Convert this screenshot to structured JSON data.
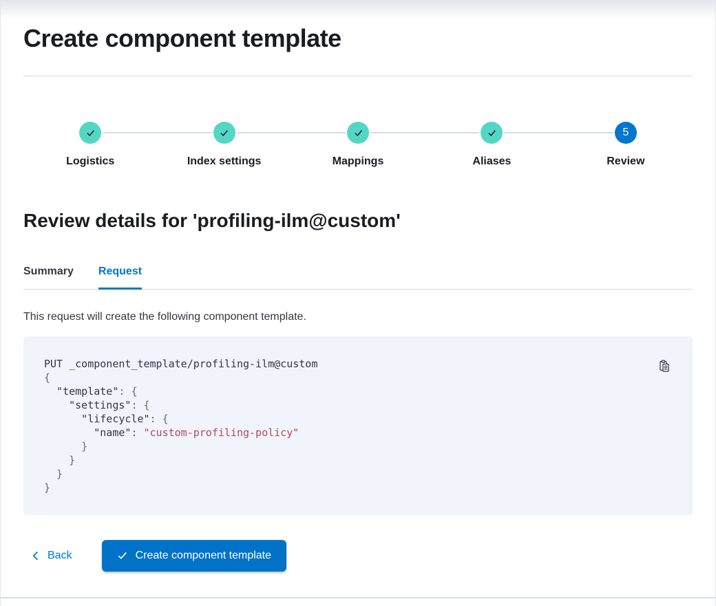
{
  "page": {
    "title": "Create component template"
  },
  "wizard": {
    "steps": [
      {
        "label": "Logistics",
        "state": "complete"
      },
      {
        "label": "Index settings",
        "state": "complete"
      },
      {
        "label": "Mappings",
        "state": "complete"
      },
      {
        "label": "Aliases",
        "state": "complete"
      },
      {
        "label": "Review",
        "state": "current",
        "number": "5"
      }
    ]
  },
  "review": {
    "heading": "Review details for 'profiling-ilm@custom'",
    "tabs": [
      {
        "label": "Summary",
        "selected": false
      },
      {
        "label": "Request",
        "selected": true
      }
    ],
    "description": "This request will create the following component template."
  },
  "code_block": {
    "lines": [
      [
        [
          "PUT _component_template/profiling-ilm@custom",
          "t"
        ]
      ],
      [
        [
          "{",
          "p"
        ]
      ],
      [
        [
          "  \"template\"",
          "t"
        ],
        [
          ": ",
          "p"
        ],
        [
          "{",
          "p"
        ]
      ],
      [
        [
          "    \"settings\"",
          "t"
        ],
        [
          ": ",
          "p"
        ],
        [
          "{",
          "p"
        ]
      ],
      [
        [
          "      \"lifecycle\"",
          "t"
        ],
        [
          ": ",
          "p"
        ],
        [
          "{",
          "p"
        ]
      ],
      [
        [
          "        \"name\"",
          "t"
        ],
        [
          ": ",
          "p"
        ],
        [
          "\"custom-profiling-policy\"",
          "s"
        ]
      ],
      [
        [
          "      }",
          "p"
        ]
      ],
      [
        [
          "    }",
          "p"
        ]
      ],
      [
        [
          "  }",
          "p"
        ]
      ],
      [
        [
          "}",
          "p"
        ]
      ]
    ]
  },
  "footer": {
    "back_label": "Back",
    "create_label": "Create component template"
  },
  "icons": {
    "step_complete": "check-icon",
    "copy": "copy-clipboard-icon",
    "back": "chevron-left-icon",
    "create": "check-icon"
  },
  "colors": {
    "primary": "#0077cc",
    "step_complete": "#54d6c4",
    "step_current": "#0077cc",
    "divider": "#d3dae6",
    "code_background": "#f1f4fa",
    "code_string": "#ad4c64",
    "button_fill": "#0073c8"
  }
}
